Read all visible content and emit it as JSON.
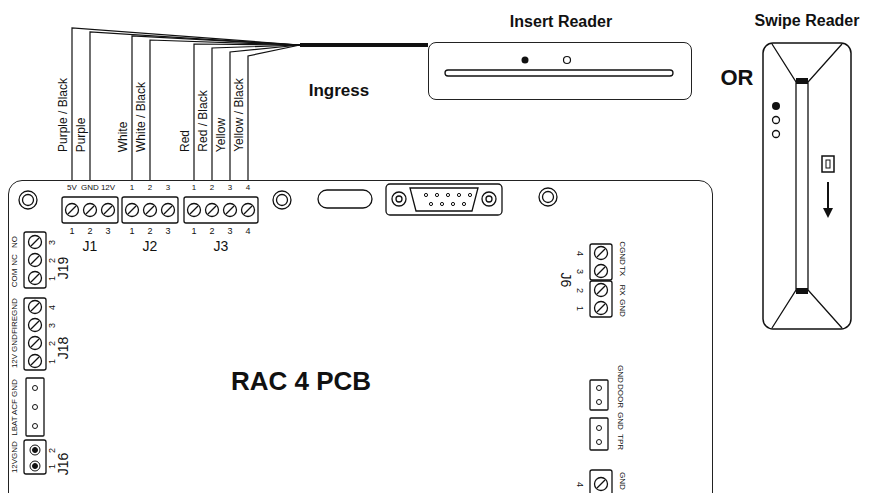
{
  "diagram": {
    "nodes": [
      {
        "text": [
          "Insert Reader"
        ]
      },
      {
        "text": [
          "Swipe Reader"
        ]
      },
      {
        "text": [
          "RAC 4 PCB"
        ]
      }
    ],
    "edges": [
      {
        "from": 0,
        "to": 2,
        "arrow": "none",
        "label": "Purple / Black"
      },
      {
        "from": 0,
        "to": 2,
        "arrow": "none",
        "label": "Purple"
      },
      {
        "from": 0,
        "to": 2,
        "arrow": "none",
        "label": "White"
      },
      {
        "from": 0,
        "to": 2,
        "arrow": "none",
        "label": "White / Black"
      },
      {
        "from": 0,
        "to": 2,
        "arrow": "none",
        "label": "Red"
      },
      {
        "from": 0,
        "to": 2,
        "arrow": "none",
        "label": "Red / Black"
      },
      {
        "from": 0,
        "to": 2,
        "arrow": "none",
        "label": "Yellow"
      },
      {
        "from": 0,
        "to": 2,
        "arrow": "none",
        "label": "Yellow / Black"
      }
    ],
    "labels": [
      "Ingress",
      "OR",
      "5V",
      "GND",
      "12V",
      "1",
      "2",
      "3",
      "1",
      "2",
      "3",
      "4",
      "1",
      "2",
      "3",
      "1",
      "2",
      "3",
      "1",
      "2",
      "3",
      "4",
      "J1",
      "J2",
      "J3",
      "NO",
      "NC",
      "COM",
      "3",
      "2",
      "1",
      "J19",
      "GND",
      "FIRE",
      "GND",
      "12V",
      "4",
      "3",
      "2",
      "1",
      "J18",
      "GND",
      "ACF",
      "LBAT",
      "GND",
      "12V",
      "2",
      "1",
      "J16",
      "CGND",
      "TX",
      "RX",
      "GND",
      "4",
      "3",
      "2",
      "1",
      "J6",
      "GND",
      "DOOR",
      "GND",
      "TPR",
      "4",
      "GND"
    ]
  }
}
